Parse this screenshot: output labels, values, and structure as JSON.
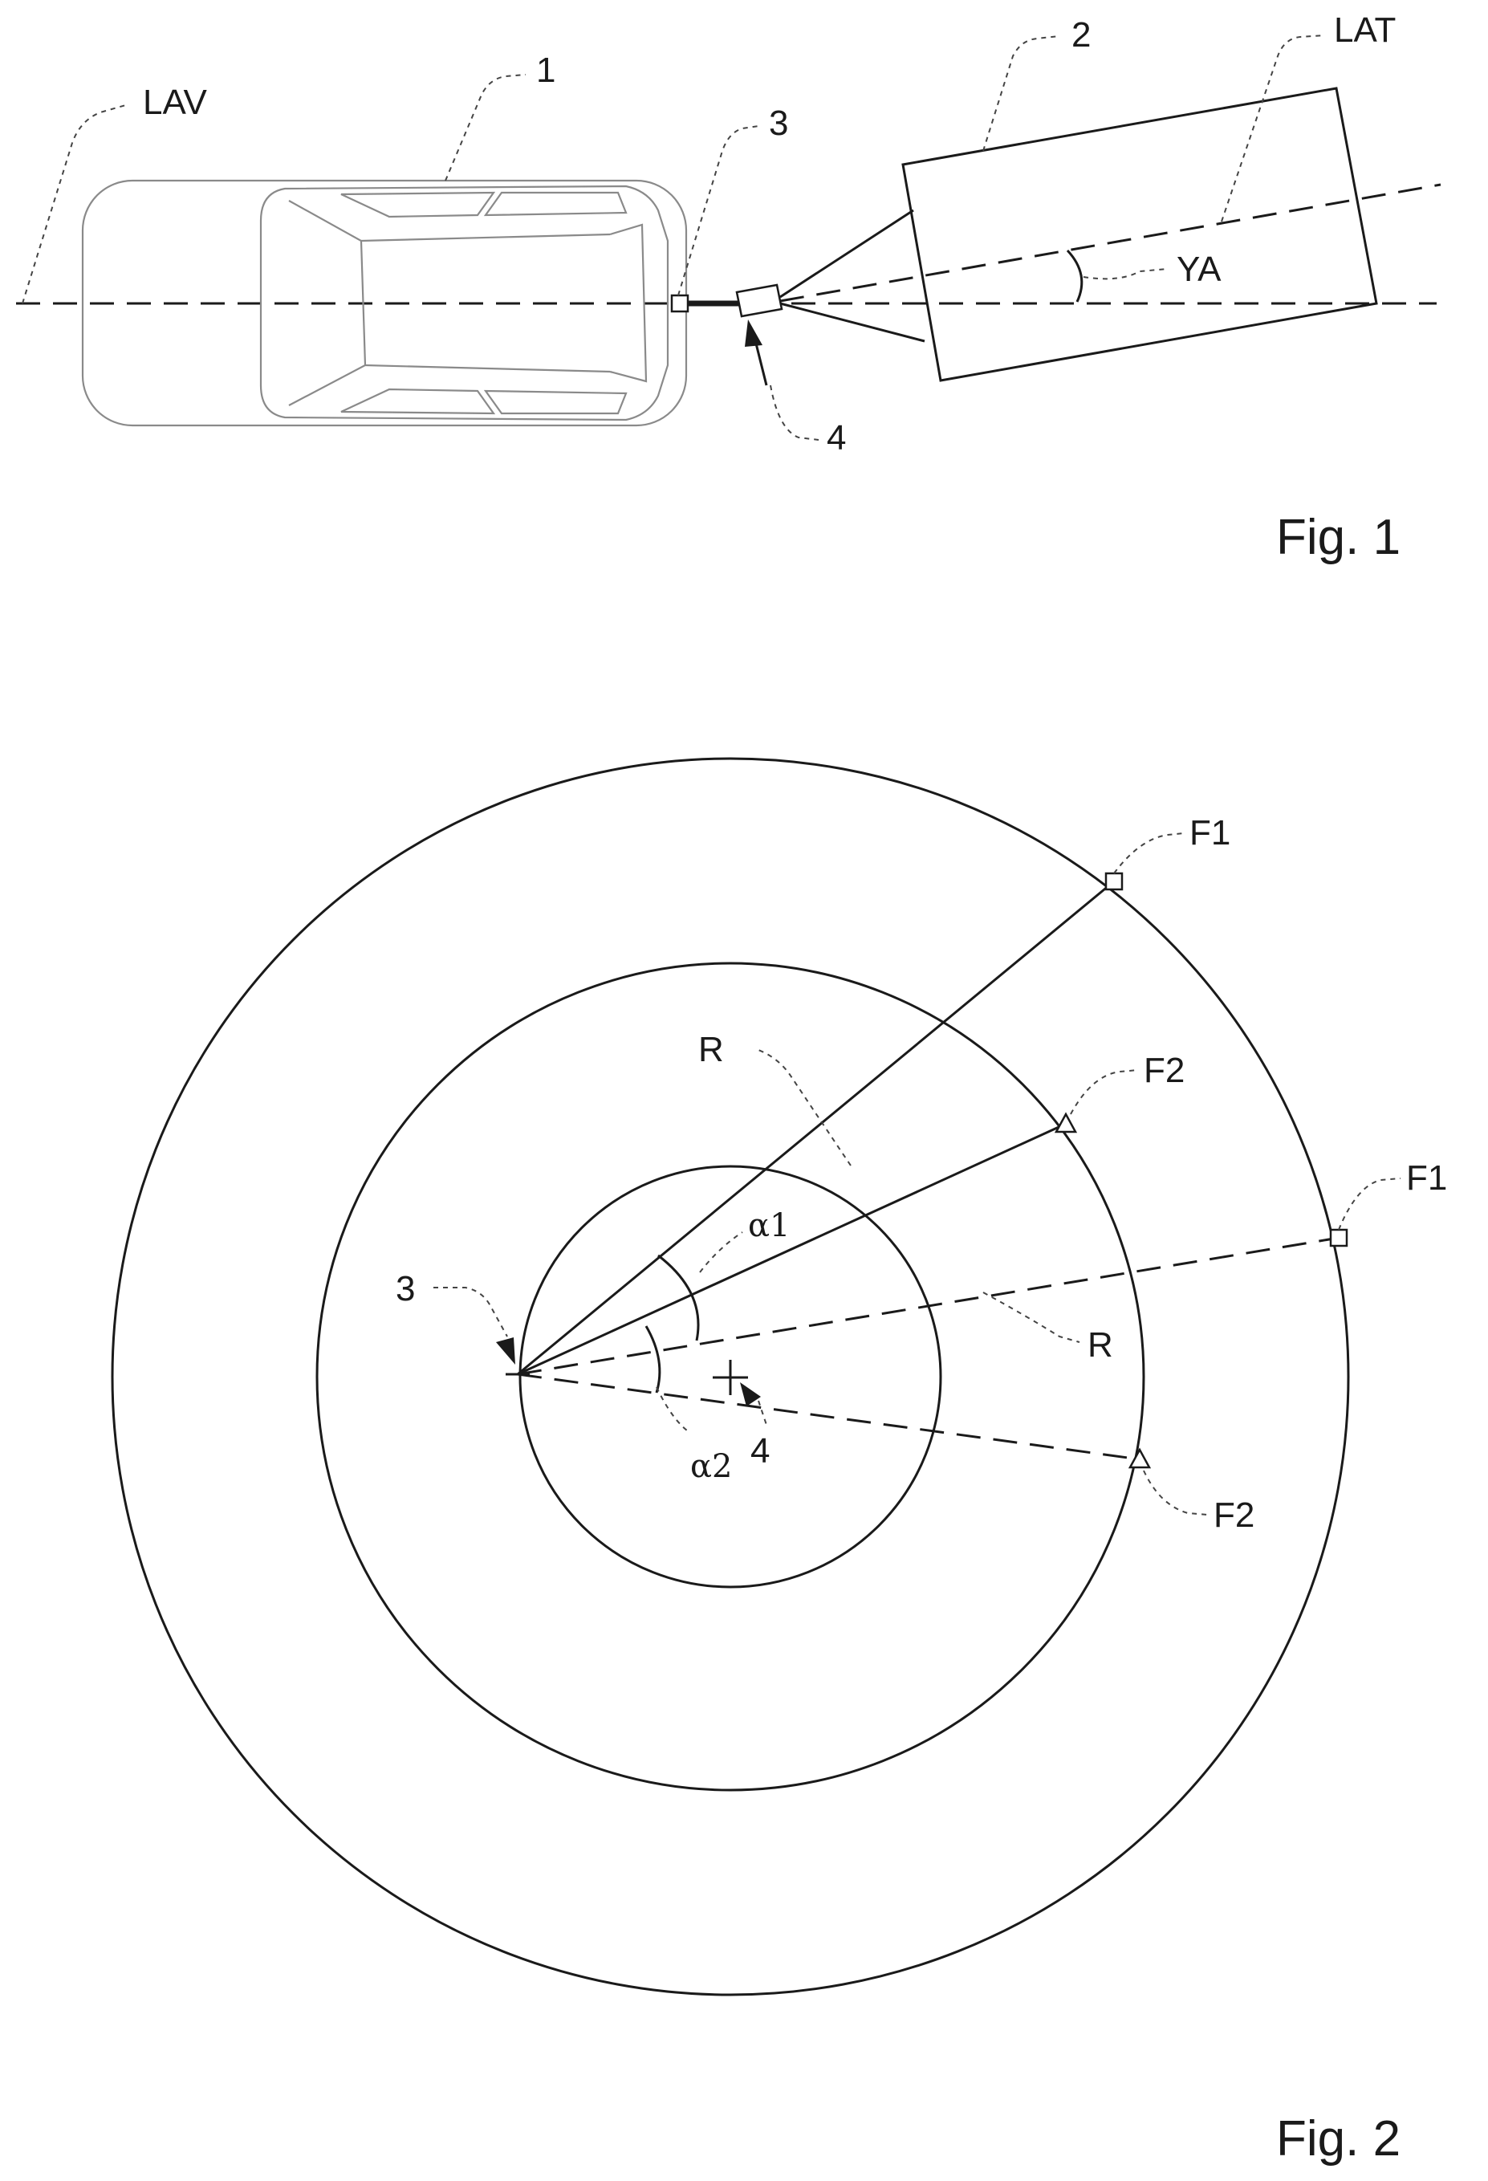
{
  "figure1": {
    "caption": "Fig. 1",
    "labels": {
      "lav": "LAV",
      "vehicle": "1",
      "trailer": "2",
      "hitch": "3",
      "sensor": "4",
      "lat": "LAT",
      "yaw_angle": "YA"
    }
  },
  "figure2": {
    "caption": "Fig. 2",
    "labels": {
      "hitch": "3",
      "sensor": "4",
      "f1_upper": "F1",
      "f1_lower": "F1",
      "f2_upper": "F2",
      "f2_lower": "F2",
      "r_upper": "R",
      "r_lower": "R",
      "alpha1": "α1",
      "alpha2": "α2"
    }
  }
}
